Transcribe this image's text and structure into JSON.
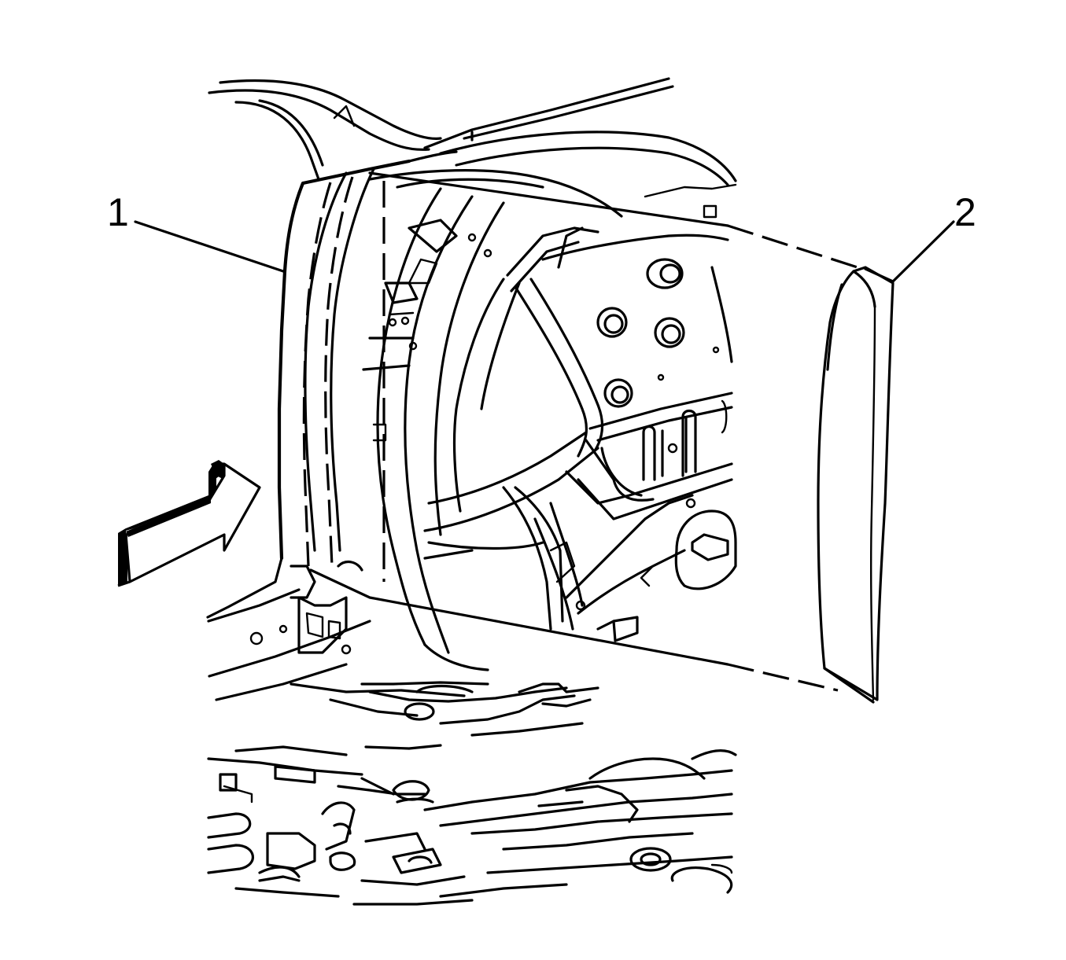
{
  "callouts": [
    {
      "id": "1",
      "label": "1"
    },
    {
      "id": "2",
      "label": "2"
    }
  ],
  "colors": {
    "line": "#000000",
    "background": "#ffffff"
  },
  "icons": {
    "direction_arrow": "view-direction-arrow-icon"
  }
}
